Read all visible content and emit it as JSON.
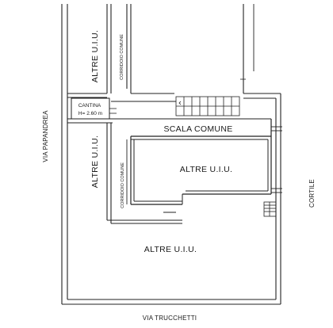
{
  "plan": {
    "streets": {
      "left": "VIA PAPANDREA",
      "bottom": "VIA TRUCCHETTI",
      "right": "CORTILE"
    },
    "rooms": {
      "altre_top_left": "ALTRE U.I.U.",
      "corridoio_upper": "CORRIDOIO COMUNE",
      "cantina_name": "CANTINA",
      "cantina_height": "H= 2.60 m",
      "scala_comune": "SCALA  COMUNE",
      "altre_center": "ALTRE U.I.U.",
      "altre_mid_left": "ALTRE U.I.U.",
      "corridoio_lower": "CORRIDOIO COMUNE",
      "altre_bottom": "ALTRE U.I.U."
    }
  }
}
